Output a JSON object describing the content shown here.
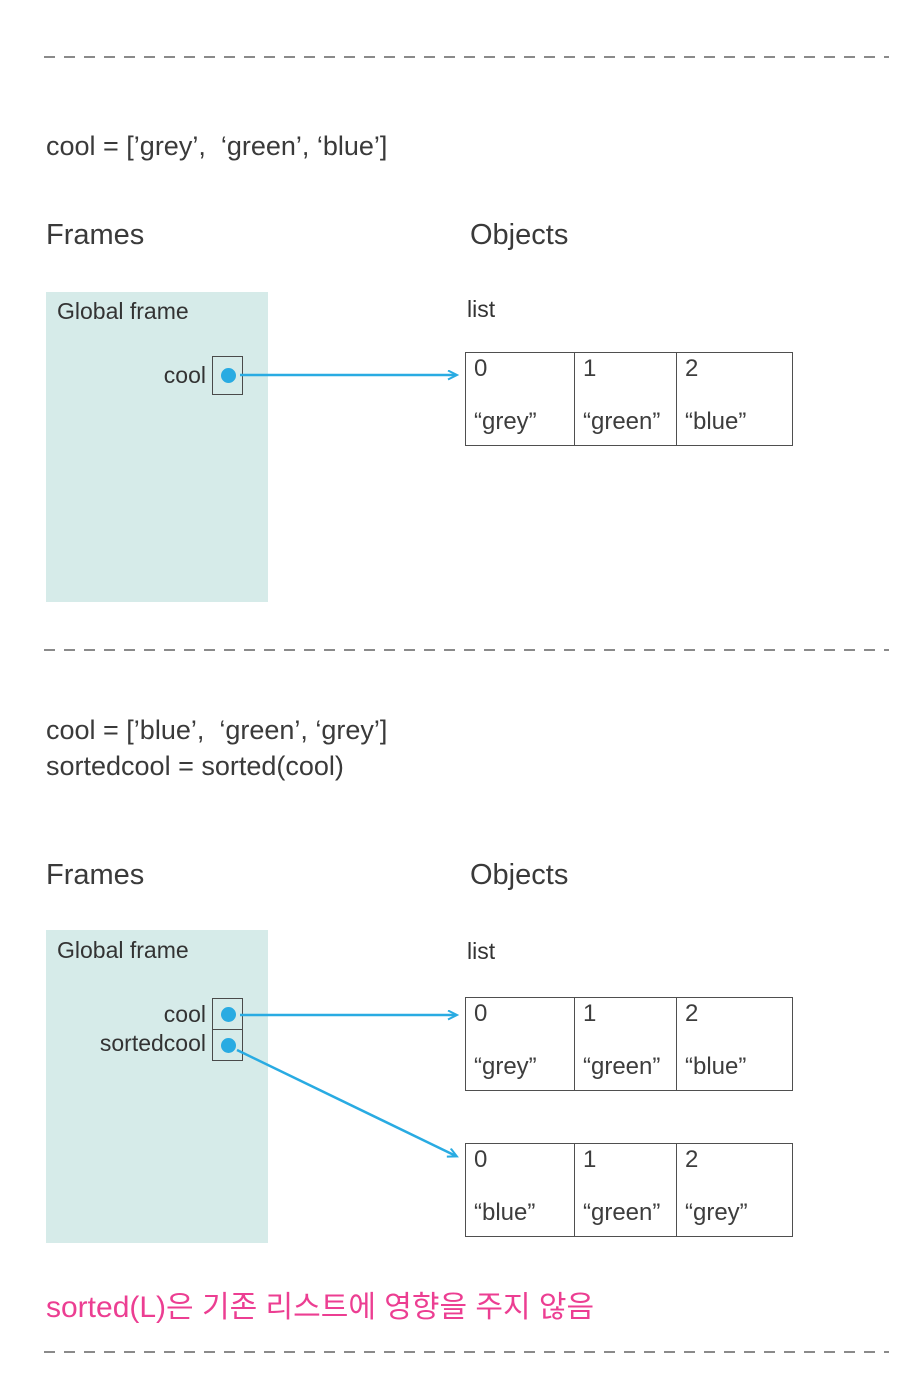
{
  "colors": {
    "frame_background": "#d6ebe9",
    "arrow_blue": "#29abe2",
    "note_pink": "#ec3e92",
    "divider_gray": "#8a8a8a"
  },
  "section1": {
    "code_lines": [
      "cool = [’grey’,  ‘green’, ‘blue’]"
    ],
    "frames_header": "Frames",
    "objects_header": "Objects",
    "frame_title": "Global frame",
    "object_type_label": "list",
    "variables": [
      {
        "name": "cool"
      }
    ],
    "list_cells": [
      {
        "index": "0",
        "value": "“grey”"
      },
      {
        "index": "1",
        "value": "“green”"
      },
      {
        "index": "2",
        "value": "“blue”"
      }
    ]
  },
  "section2": {
    "code_lines": [
      "cool = [’blue’,  ‘green’, ‘grey’]",
      "sortedcool = sorted(cool)"
    ],
    "frames_header": "Frames",
    "objects_header": "Objects",
    "frame_title": "Global frame",
    "object_type_label": "list",
    "variables": [
      {
        "name": "cool"
      },
      {
        "name": "sortedcool"
      }
    ],
    "lists": [
      {
        "cells": [
          {
            "index": "0",
            "value": "“grey”"
          },
          {
            "index": "1",
            "value": "“green”"
          },
          {
            "index": "2",
            "value": "“blue”"
          }
        ]
      },
      {
        "cells": [
          {
            "index": "0",
            "value": "“blue”"
          },
          {
            "index": "1",
            "value": "“green”"
          },
          {
            "index": "2",
            "value": "“grey”"
          }
        ]
      }
    ],
    "note": "sorted(L)은 기존 리스트에 영향을 주지 않음"
  }
}
